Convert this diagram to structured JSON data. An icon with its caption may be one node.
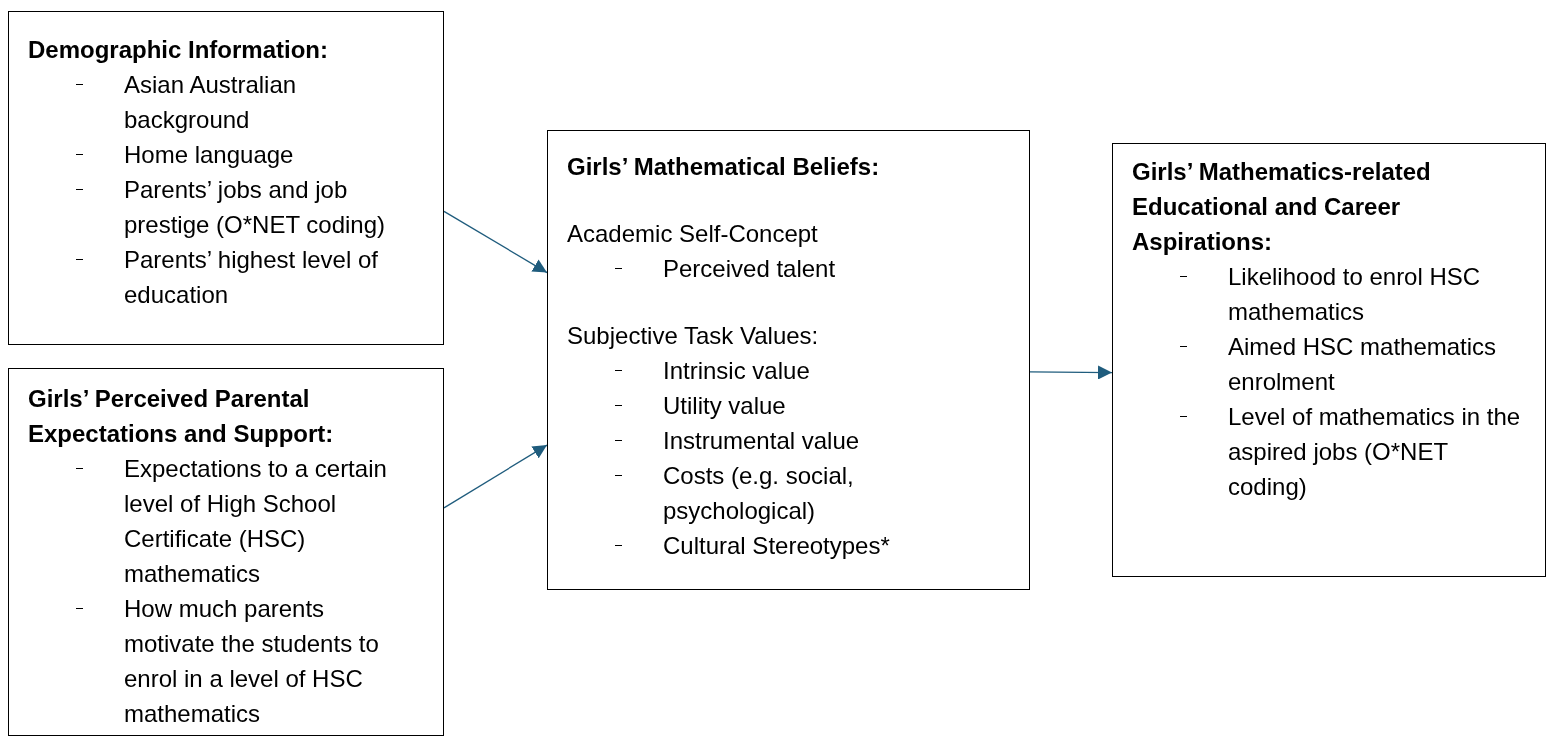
{
  "diagram": {
    "nodes": [
      {
        "text": [
          "Demographic Information:",
          "Asian Australian background",
          "Home language",
          "Parents’ jobs and job prestige (O*NET coding)",
          "Parents’ highest level of education"
        ]
      },
      {
        "text": [
          "Girls’ Perceived Parental Expectations and Support:",
          "Expectations to a certain level of High School Certificate (HSC) mathematics",
          "How much parents motivate the students to enrol in a level of HSC mathematics"
        ]
      },
      {
        "text": [
          "Girls’ Mathematical Beliefs:",
          "Academic Self-Concept",
          "Perceived talent",
          "Subjective Task Values:",
          "Intrinsic value",
          "Utility value",
          "Instrumental value",
          "Costs (e.g. social, psychological)",
          "Cultural Stereotypes*"
        ]
      },
      {
        "text": [
          "Girls’ Mathematics-related Educational and Career Aspirations:",
          "Likelihood to enrol HSC mathematics",
          "Aimed HSC mathematics enrolment",
          "Level of mathematics in the aspired jobs (O*NET coding)"
        ]
      }
    ],
    "edges": [
      {
        "from": 0,
        "to": 2,
        "arrow": "to"
      },
      {
        "from": 1,
        "to": 2,
        "arrow": "to"
      },
      {
        "from": 2,
        "to": 3,
        "arrow": "to"
      }
    ]
  }
}
